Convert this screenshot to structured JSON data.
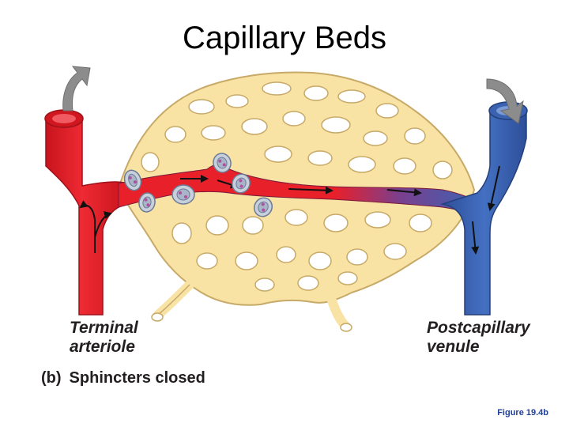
{
  "title": "Capillary Beds",
  "labels": {
    "terminal_line1": "Terminal",
    "terminal_line2": "arteriole",
    "post_line1": "Postcapillary",
    "post_line2": "venule"
  },
  "caption": {
    "part": "(b)",
    "text": "Sphincters closed"
  },
  "figure_ref": "Figure 19.4b",
  "colors": {
    "arteriole_red": "#e8202a",
    "venule_blue": "#3c64b4",
    "capillary_yellow": "#f9e3a4",
    "sphincter_gray": "#c8d0dc",
    "flow_arrow_gray": "#8c8c8c",
    "figure_ref_blue": "#1f3f99"
  }
}
